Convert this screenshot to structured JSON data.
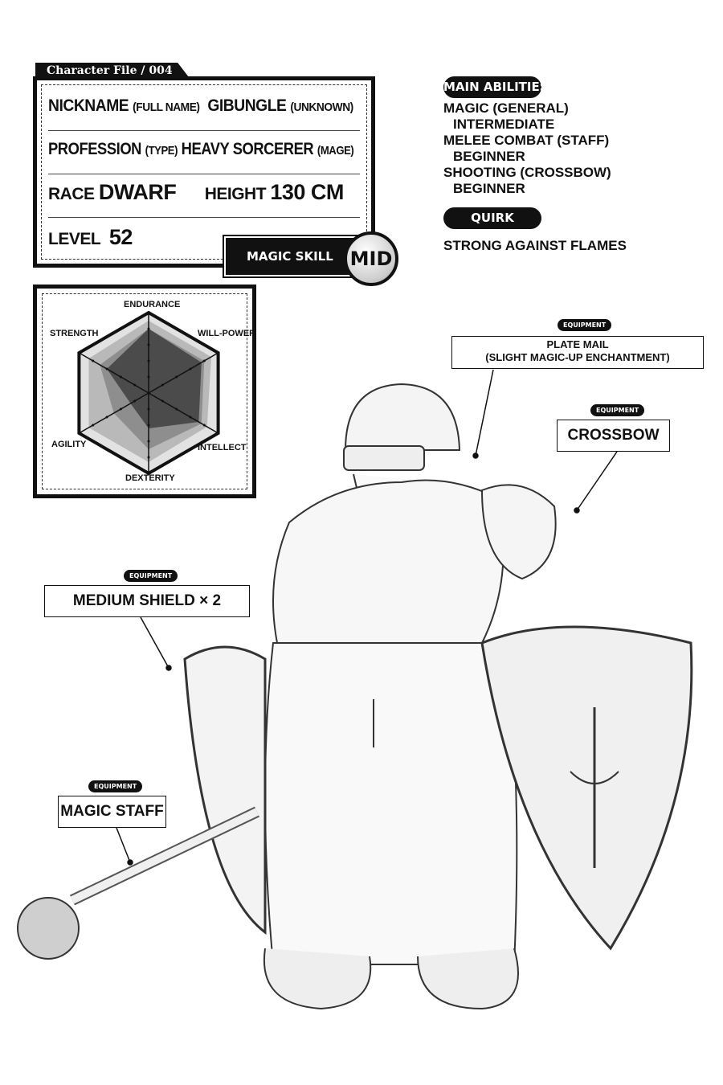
{
  "header": {
    "file_tab": "Character File / 004"
  },
  "profile": {
    "nickname_label": "NICKNAME",
    "nickname_sub": "(FULL NAME)",
    "nickname_value": "GIBUNGLE",
    "nickname_value_sub": "(UNKNOWN)",
    "profession_label": "PROFESSION",
    "profession_sub": "(TYPE)",
    "profession_value": "HEAVY SORCERER",
    "profession_value_sub": "(MAGE)",
    "race_label": "RACE",
    "race_value": "DWARF",
    "height_label": "HEIGHT",
    "height_value": "130 CM",
    "level_label": "LEVEL",
    "level_value": "52",
    "magic_skill_label": "MAGIC SKILL",
    "magic_skill_value": "MID"
  },
  "abilities": {
    "title": "MAIN ABILITIES",
    "items": [
      {
        "name": "MAGIC (GENERAL)",
        "level": "INTERMEDIATE"
      },
      {
        "name": "MELEE COMBAT (STAFF)",
        "level": "BEGINNER"
      },
      {
        "name": "SHOOTING (CROSSBOW)",
        "level": "BEGINNER"
      }
    ],
    "quirk_title": "QUIRK",
    "quirk": "STRONG AGAINST FLAMES"
  },
  "chart_data": {
    "type": "radar",
    "axes": [
      "ENDURANCE",
      "WILL-POWER",
      "INTELLECT",
      "DEXTERITY",
      "AGILITY",
      "STRENGTH"
    ],
    "max": 5,
    "series": [
      {
        "name": "outer",
        "values": [
          4.5,
          4.5,
          4.2,
          4.3,
          4.3,
          4.3
        ]
      },
      {
        "name": "middle",
        "values": [
          4.0,
          4.0,
          3.8,
          3.5,
          2.5,
          3.5
        ]
      },
      {
        "name": "inner",
        "values": [
          4.0,
          3.8,
          3.6,
          2.2,
          1.3,
          3.0
        ]
      }
    ]
  },
  "equipment": {
    "tag": "EQUIPMENT",
    "items": [
      "PLATE MAIL",
      "(SLIGHT MAGIC-UP ENCHANTMENT)",
      "CROSSBOW",
      "MEDIUM SHIELD × 2",
      "MAGIC STAFF"
    ]
  }
}
